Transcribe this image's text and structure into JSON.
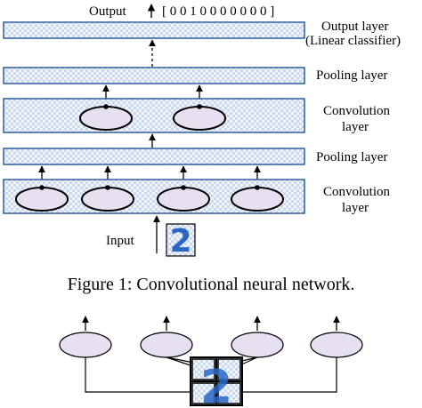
{
  "figure": {
    "output_label": "Output",
    "output_vector": "[ 0 0 1 0 0 0 0 0 0 0 ]",
    "input_label": "Input",
    "input_digit": "2",
    "layers": {
      "output": {
        "line1": "Output layer",
        "line2": "(Linear classifier)"
      },
      "pool_top": {
        "label": "Pooling layer"
      },
      "conv_top": {
        "line1": "Convolution",
        "line2": "layer"
      },
      "pool_bottom": {
        "label": "Pooling layer"
      },
      "conv_bottom": {
        "line1": "Convolution",
        "line2": "layer"
      }
    },
    "caption": "Figure 1:  Convolutional neural network.",
    "patch_digit": "2"
  },
  "colors": {
    "layer_fill": "#dde8f6",
    "layer_border": "#2f5f9a",
    "neuron_fill": "#e6e0f0",
    "ink": "#000000",
    "digit": "#2a67c4"
  }
}
